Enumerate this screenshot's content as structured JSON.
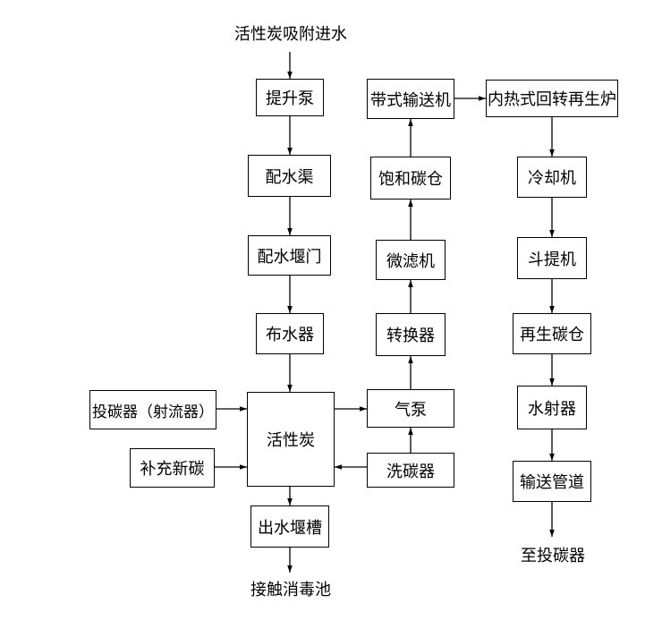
{
  "diagram": {
    "inlet_label": "活性炭吸附进水",
    "outlet_label": "接触消毒池",
    "end_label": "至投碳器",
    "nodes": {
      "lift_pump": "提升泵",
      "water_channel": "配水渠",
      "weir_gate": "配水堰门",
      "distributor": "布水器",
      "activated_carbon": "活性炭",
      "outlet_weir": "出水堰槽",
      "carbon_feeder": "投碳器（射流器）",
      "supplement_carbon": "补充新碳",
      "air_pump": "气泵",
      "carbon_washer": "洗碳器",
      "switcher": "转换器",
      "micro_filter": "微滤机",
      "saturated_bin": "饱和碳仓",
      "belt_conveyor": "带式输送机",
      "regen_furnace": "内热式回转再生炉",
      "cooler": "冷却机",
      "bucket_elevator": "斗提机",
      "regen_bin": "再生碳仓",
      "water_ejector": "水射器",
      "pipeline": "输送管道"
    }
  }
}
